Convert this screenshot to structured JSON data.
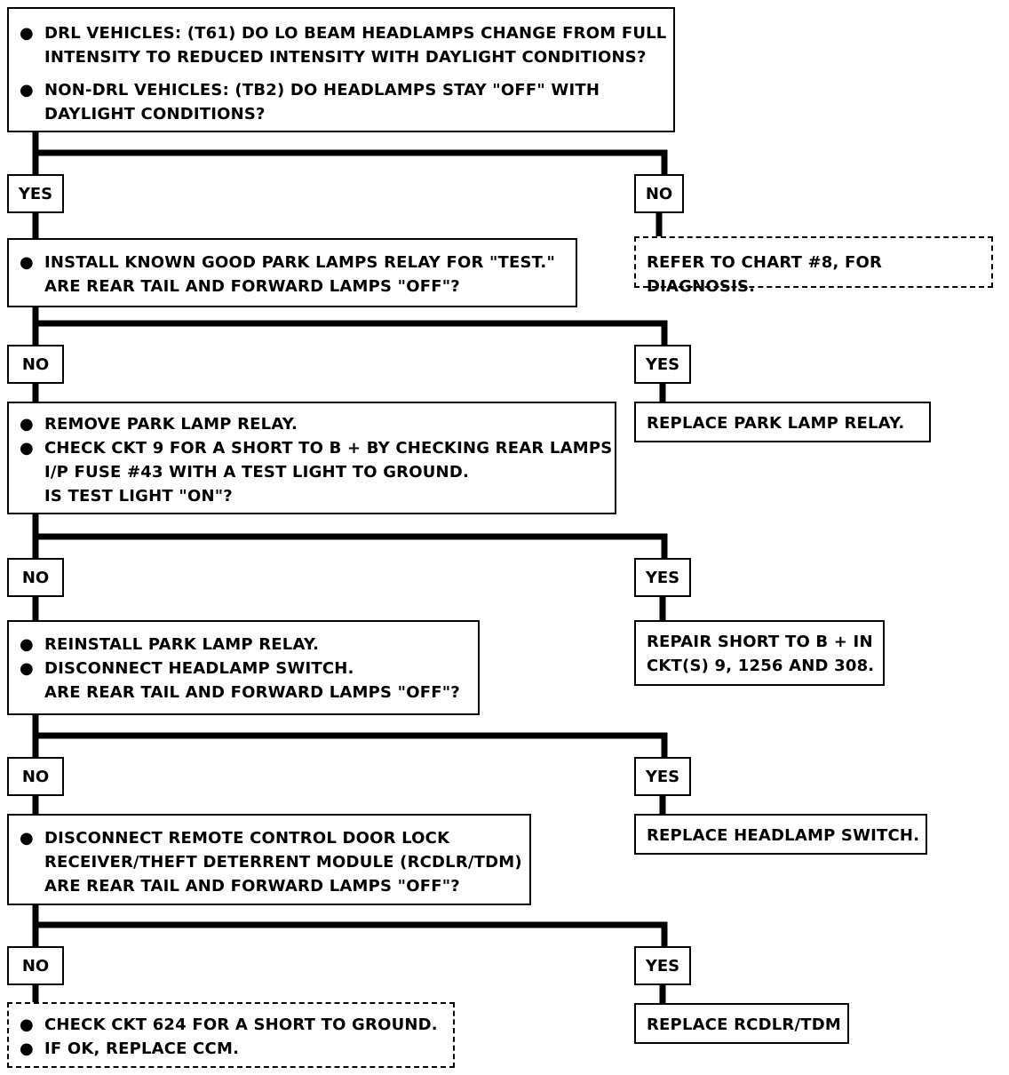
{
  "q1": {
    "items": [
      "DRL VEHICLES: (T61) DO LO BEAM HEADLAMPS CHANGE FROM FULL\nINTENSITY TO REDUCED INTENSITY WITH DAYLIGHT CONDITIONS?",
      "NON-DRL VEHICLES: (TB2) DO HEADLAMPS STAY \"OFF\" WITH\nDAYLIGHT CONDITIONS?"
    ],
    "yes_label": "YES",
    "no_label": "NO",
    "no_result": "REFER TO CHART #8, FOR DIAGNOSIS."
  },
  "q2": {
    "items": [
      "INSTALL KNOWN GOOD PARK LAMPS RELAY FOR \"TEST.\"\nARE REAR TAIL AND FORWARD LAMPS \"OFF\"?"
    ],
    "no_label": "NO",
    "yes_label": "YES",
    "yes_result": "REPLACE PARK LAMP RELAY."
  },
  "q3": {
    "items": [
      "REMOVE PARK LAMP RELAY.",
      "CHECK CKT 9 FOR A SHORT TO B + BY CHECKING REAR LAMPS\nI/P FUSE #43 WITH A TEST LIGHT TO GROUND.\nIS TEST LIGHT \"ON\"?"
    ],
    "no_label": "NO",
    "yes_label": "YES",
    "yes_result": "REPAIR SHORT TO B + IN\nCKT(S) 9, 1256 AND 308."
  },
  "q4": {
    "items": [
      "REINSTALL PARK LAMP RELAY.",
      "DISCONNECT HEADLAMP SWITCH.\nARE REAR TAIL AND FORWARD LAMPS \"OFF\"?"
    ],
    "no_label": "NO",
    "yes_label": "YES",
    "yes_result": "REPLACE HEADLAMP SWITCH."
  },
  "q5": {
    "items": [
      "DISCONNECT REMOTE CONTROL DOOR LOCK\nRECEIVER/THEFT DETERRENT MODULE (RCDLR/TDM)\nARE REAR TAIL AND FORWARD LAMPS \"OFF\"?"
    ],
    "no_label": "NO",
    "yes_label": "YES",
    "yes_result": "REPLACE RCDLR/TDM"
  },
  "final": {
    "items": [
      "CHECK CKT 624 FOR A SHORT TO GROUND.",
      "IF OK, REPLACE CCM."
    ]
  }
}
